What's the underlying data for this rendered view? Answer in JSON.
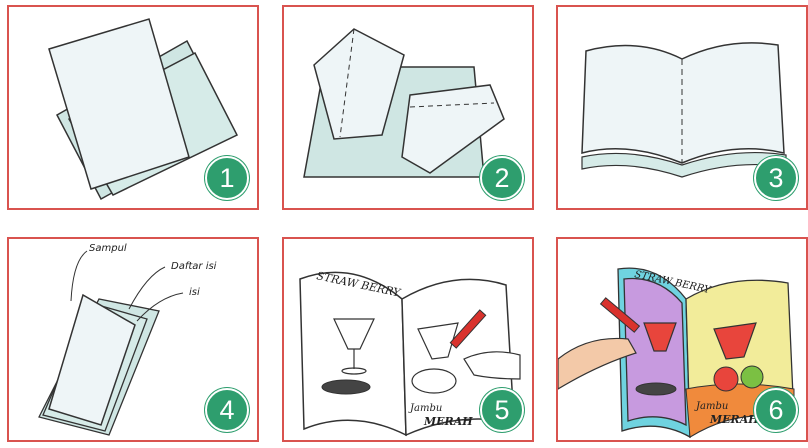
{
  "steps": [
    {
      "number": "1"
    },
    {
      "number": "2"
    },
    {
      "number": "3"
    },
    {
      "number": "4",
      "labels": {
        "cover": "Sampul",
        "toc": "Daftar isi",
        "content": "isi"
      }
    },
    {
      "number": "5",
      "title": "STRAW BERRY",
      "caption_line1": "Jambu",
      "caption_line2": "MERAH"
    },
    {
      "number": "6",
      "title": "STRAW BERRY",
      "caption_line1": "Jambu",
      "caption_line2": "MERAH"
    }
  ],
  "colors": {
    "frame": "#d9534f",
    "badge": "#2e9e6e",
    "paper": "#eef5f7",
    "paper_shade": "#cfe6e3"
  }
}
